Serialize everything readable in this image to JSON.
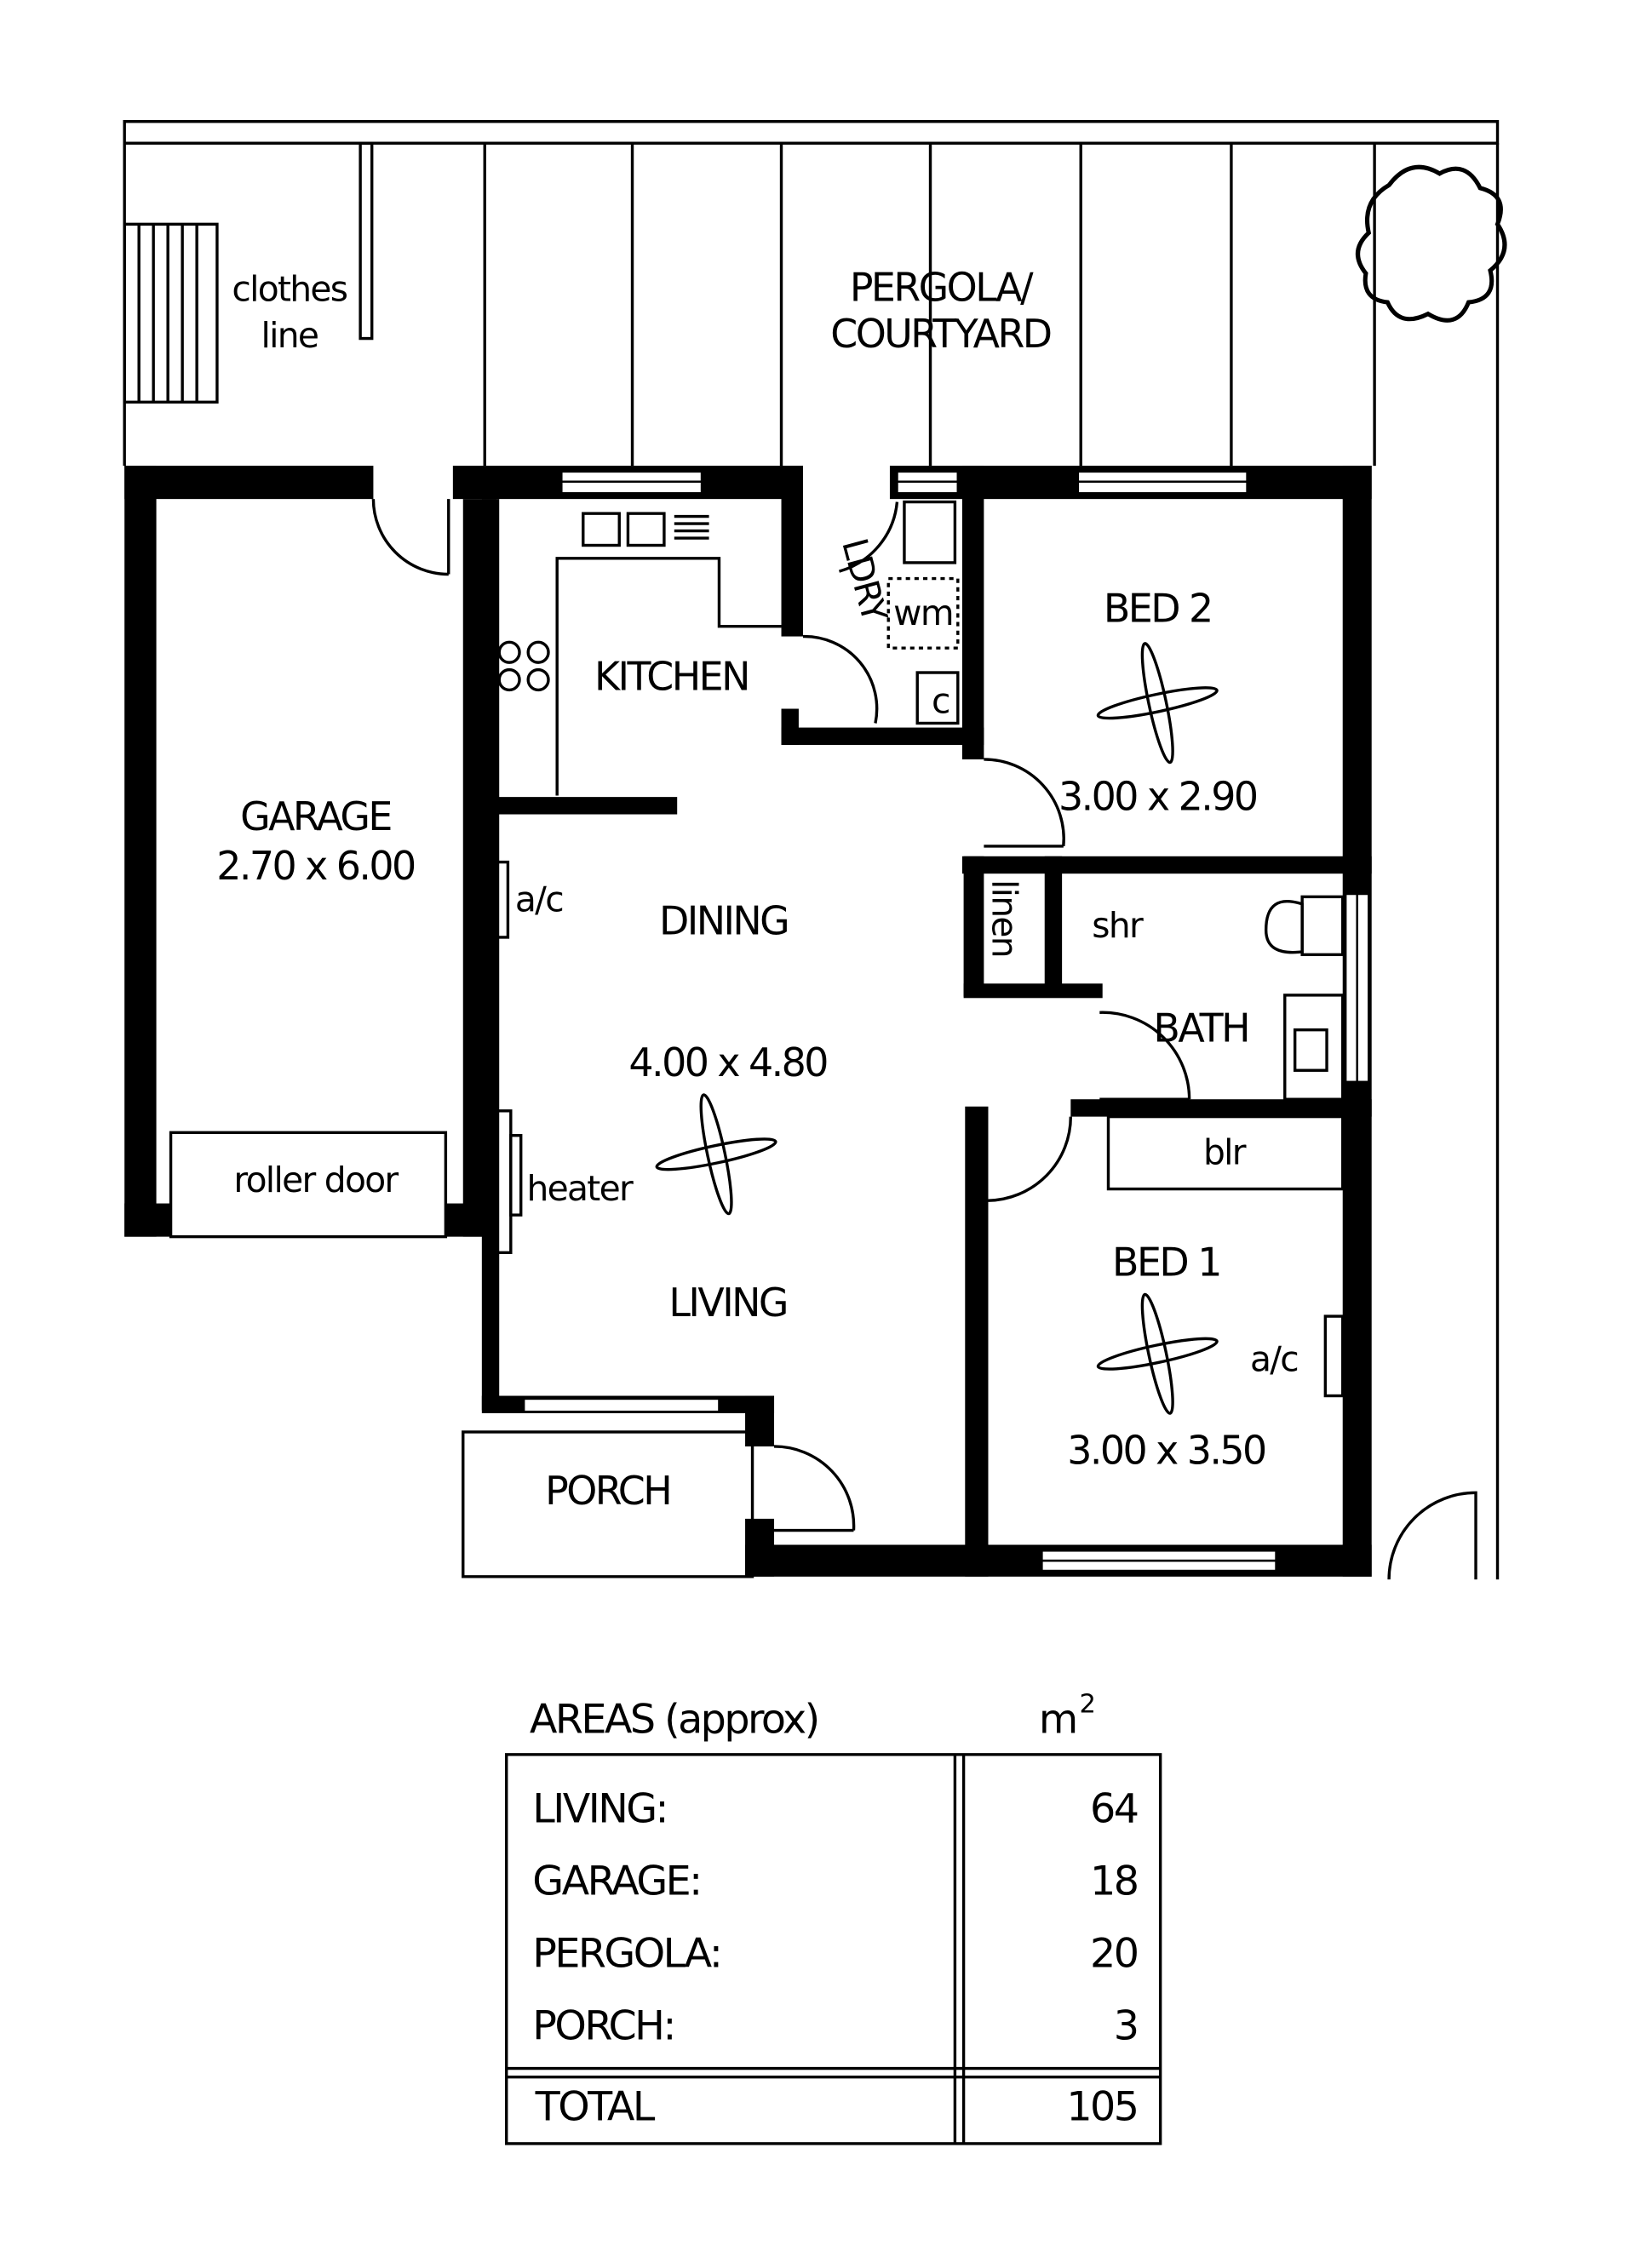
{
  "plan": {
    "rooms": {
      "pergola_line1": "PERGOLA/",
      "pergola_line2": "COURTYARD",
      "clothes_line1": "clothes",
      "clothes_line2": "line",
      "garage": "GARAGE",
      "garage_dim": "2.70 x 6.00",
      "roller_door": "roller door",
      "kitchen": "KITCHEN",
      "laundry": "LDRY",
      "wm": "wm",
      "c": "c",
      "bed2": "BED 2",
      "bed2_dim": "3.00 x 2.90",
      "ac1": "a/c",
      "dining": "DINING",
      "linen": "linen",
      "shr": "shr",
      "bath": "BATH",
      "living_dim": "4.00 x 4.80",
      "heater": "heater",
      "blr": "blr",
      "living": "LIVING",
      "bed1": "BED 1",
      "ac2": "a/c",
      "bed1_dim": "3.00 x 3.50",
      "porch": "PORCH"
    }
  },
  "areas": {
    "title": "AREAS (approx)",
    "unit": "m",
    "unit_sup": "2",
    "rows": [
      {
        "label": "LIVING:",
        "value": "64"
      },
      {
        "label": "GARAGE:",
        "value": "18"
      },
      {
        "label": "PERGOLA:",
        "value": "20"
      },
      {
        "label": "PORCH:",
        "value": "3"
      }
    ],
    "total": {
      "label": "TOTAL",
      "value": "105"
    }
  }
}
